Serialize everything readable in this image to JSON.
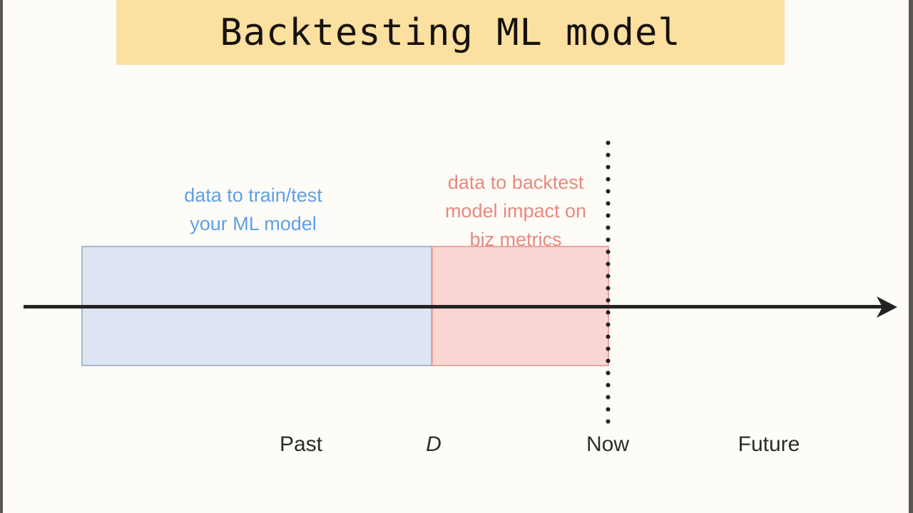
{
  "slide": {
    "title": "Backtesting ML model",
    "background_color": "#fdfcf7",
    "banner_color": "#fbe0a0"
  },
  "timeline": {
    "axis_name": "time-axis",
    "arrow_direction": "right",
    "marker_label": "now-dotted-marker",
    "labels": [
      {
        "key": "past",
        "text": "Past",
        "style": "normal"
      },
      {
        "key": "d",
        "text": "D",
        "style": "italic"
      },
      {
        "key": "now",
        "text": "Now",
        "style": "normal"
      },
      {
        "key": "future",
        "text": "Future",
        "style": "normal"
      }
    ]
  },
  "segments": [
    {
      "key": "train",
      "callout": "data to train/test\nyour ML model",
      "fill_color": "#dde5f2",
      "border_color": "#aab7cf",
      "text_color": "#5fa0e4"
    },
    {
      "key": "backtest",
      "callout": "data to backtest\nmodel impact on\nbiz metrics",
      "fill_color": "#f9d6d3",
      "border_color": "#e9a6a1",
      "text_color": "#e8897f"
    }
  ]
}
